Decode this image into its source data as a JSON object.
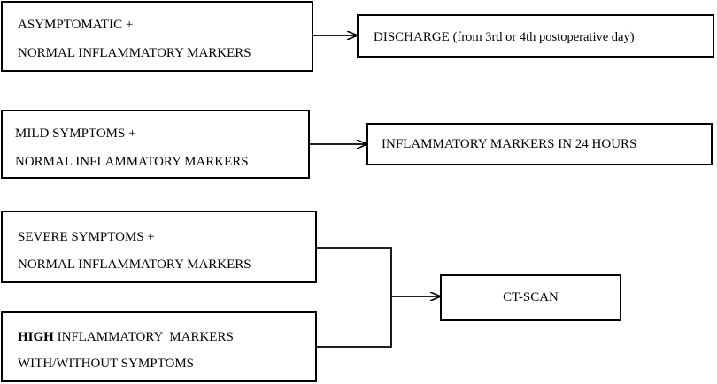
{
  "diagram": {
    "condition_asymptomatic": {
      "line1": "ASYMPTOMATIC  +",
      "line2": "NORMAL INFLAMMATORY  MARKERS"
    },
    "outcome_discharge": {
      "main": "DISCHARGE",
      "detail": "(from 3rd or 4th postoperative day)"
    },
    "condition_mild": {
      "line1": "MILD SYMPTOMS +",
      "line2": "NORMAL INFLAMMATORY  MARKERS"
    },
    "outcome_markers_24h": "INFLAMMATORY  MARKERS IN 24 HOURS",
    "condition_severe": {
      "line1": "SEVERE SYMPTOMS +",
      "line2": "NORMAL INFLAMMATORY  MARKERS"
    },
    "condition_high": {
      "bold": "HIGH",
      "line1_rest": " INFLAMMATORY  MARKERS",
      "line2": "WITH/WITHOUT SYMPTOMS"
    },
    "outcome_ct": "CT-SCAN"
  }
}
